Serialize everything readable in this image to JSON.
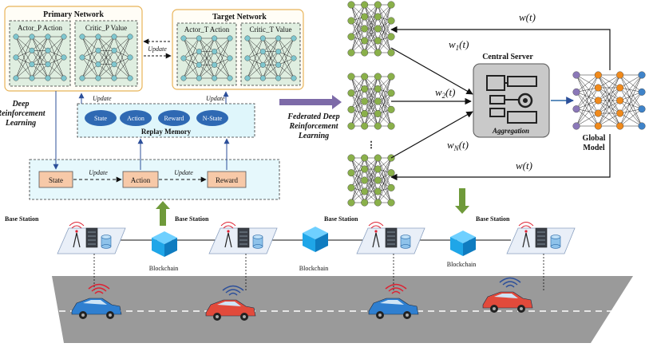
{
  "drl": {
    "primary_network": "Primary Network",
    "target_network": "Target Network",
    "actor_p": "Actor_P Action",
    "critic_p": "Critic_P Value",
    "actor_t": "Actor_T Action",
    "critic_t": "Critic_T Value",
    "update": "Update",
    "title_line1": "Deep",
    "title_line2": "Reinforcement",
    "title_line3": "Learning",
    "replay_memory": "Replay Memory",
    "memory_items": [
      "State",
      "Action",
      "Reward",
      "N-State"
    ],
    "loop_items": [
      "State",
      "Action",
      "Reward"
    ]
  },
  "fdrl": {
    "title_line1": "Federated Deep",
    "title_line2": "Reinforcement",
    "title_line3": "Learning",
    "central_server": "Central Server",
    "aggregation": "Aggregation",
    "global_model_line1": "Global",
    "global_model_line2": "Model",
    "w_t": "w(t)",
    "w1": "w",
    "w1_sub": "1",
    "w2": "w",
    "w2_sub": "2",
    "wN": "w",
    "wN_sub": "N",
    "t_suffix": "(t)"
  },
  "network": {
    "base_station": "Base Station",
    "blockchain": "Blockchain"
  },
  "colors": {
    "actor_box": "#dfeee0",
    "memory_box": "#dff6fb",
    "loop_box": "#e6f8fc",
    "state_box": "#f7c9a8",
    "ellipse": "#2f69b3",
    "node_green": "#8ab04a",
    "node_orange": "#f08a1c",
    "node_purple": "#8b78b8",
    "node_blue": "#3f83c9",
    "cube": "#1fa6e8",
    "road": "#9a9a9a",
    "server": "#b7b7b7",
    "arrow_purple": "#7d6aa8",
    "arrow_green": "#6f9a3a"
  }
}
